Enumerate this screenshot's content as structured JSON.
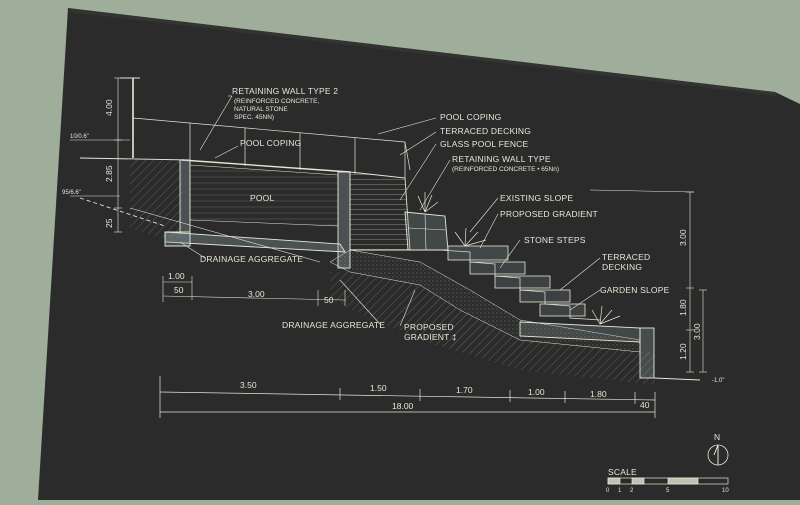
{
  "labels": {
    "retaining_wall_type2": "RETAINING WALL TYPE 2",
    "retaining_wall_type2_sub1": "(REINFORCED CONCRETE,",
    "retaining_wall_type2_sub2": "NATURAL STONE",
    "retaining_wall_type2_sub3": "SPEC. 45NN)",
    "pool_coping_left": "POOL COPING",
    "pool": "POOL",
    "drainage_aggregate_1": "DRAINAGE AGGREGATE",
    "drainage_aggregate_2": "DRAINAGE AGGREGATE",
    "pool_coping_top": "POOL COPING",
    "terraced_decking_top": "TERRACED DECKING",
    "glass_pool_fence": "GLASS POOL FENCE",
    "retaining_wall_type": "RETAINING WALL TYPE",
    "retaining_wall_type_sub": "(REINFORCED CONCRETE • 65Nn)",
    "existing_slope": "EXISTING SLOPE",
    "proposed_gradient_top": "PROPOSED GRADIENT",
    "stone_steps": "STONE STEPS",
    "terraced_decking_right_1": "TERRACED",
    "terraced_decking_right_2": "DECKING",
    "garden_slope": "GARDEN SLOPE",
    "proposed_gradient_bottom_1": "PROPOSED",
    "proposed_gradient_bottom_2": "GRADIENT ‡"
  },
  "levels": {
    "level_top": "10/0.6\"",
    "level_mid": "95/6.6\"",
    "level_right": "-1.0\""
  },
  "dimensions": {
    "left_4_00": "4.00",
    "left_2_85": "2.85",
    "left_25": "25",
    "pool_1_00": "1.00",
    "pool_50_left": "50",
    "pool_3_00": "3.00",
    "pool_50_right": "50",
    "right_3_00_top": "3.00",
    "right_1_80": "1.80",
    "right_3_00_bottom": "3.00",
    "right_1_20": "1.20",
    "bottom_segments": [
      "3.50",
      "1.50",
      "1.70",
      "1.00",
      "1.80",
      "40"
    ],
    "bottom_total": "18.00"
  },
  "scale": {
    "title": "SCALE",
    "ticks": [
      "0",
      "1",
      "2",
      "5",
      "10"
    ]
  },
  "north": {
    "label": "N",
    "icon": "north-arrow-icon"
  },
  "colors": {
    "board": "#2a2b2a",
    "ink": "#e6e8d6",
    "wall": "#8c9aa0",
    "background": "#9eae9b"
  }
}
